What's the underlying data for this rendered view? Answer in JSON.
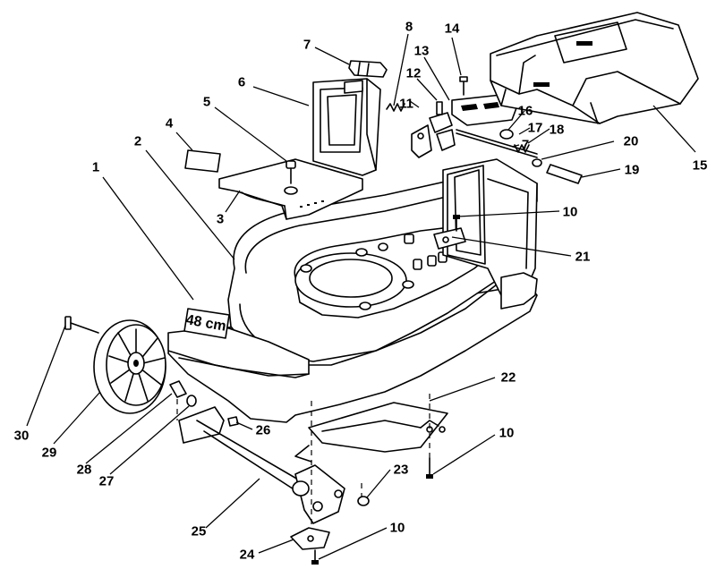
{
  "decal": {
    "text": "48 cm"
  },
  "callouts": [
    {
      "n": "1"
    },
    {
      "n": "2"
    },
    {
      "n": "3"
    },
    {
      "n": "4"
    },
    {
      "n": "5"
    },
    {
      "n": "6"
    },
    {
      "n": "7"
    },
    {
      "n": "8"
    },
    {
      "n": "11"
    },
    {
      "n": "12"
    },
    {
      "n": "13"
    },
    {
      "n": "14"
    },
    {
      "n": "16"
    },
    {
      "n": "17"
    },
    {
      "n": "7"
    },
    {
      "n": "18"
    },
    {
      "n": "15"
    },
    {
      "n": "20"
    },
    {
      "n": "19"
    },
    {
      "n": "10"
    },
    {
      "n": "21"
    },
    {
      "n": "22"
    },
    {
      "n": "10"
    },
    {
      "n": "26"
    },
    {
      "n": "23"
    },
    {
      "n": "25"
    },
    {
      "n": "10"
    },
    {
      "n": "24"
    },
    {
      "n": "30"
    },
    {
      "n": "29"
    },
    {
      "n": "28"
    },
    {
      "n": "27"
    }
  ]
}
